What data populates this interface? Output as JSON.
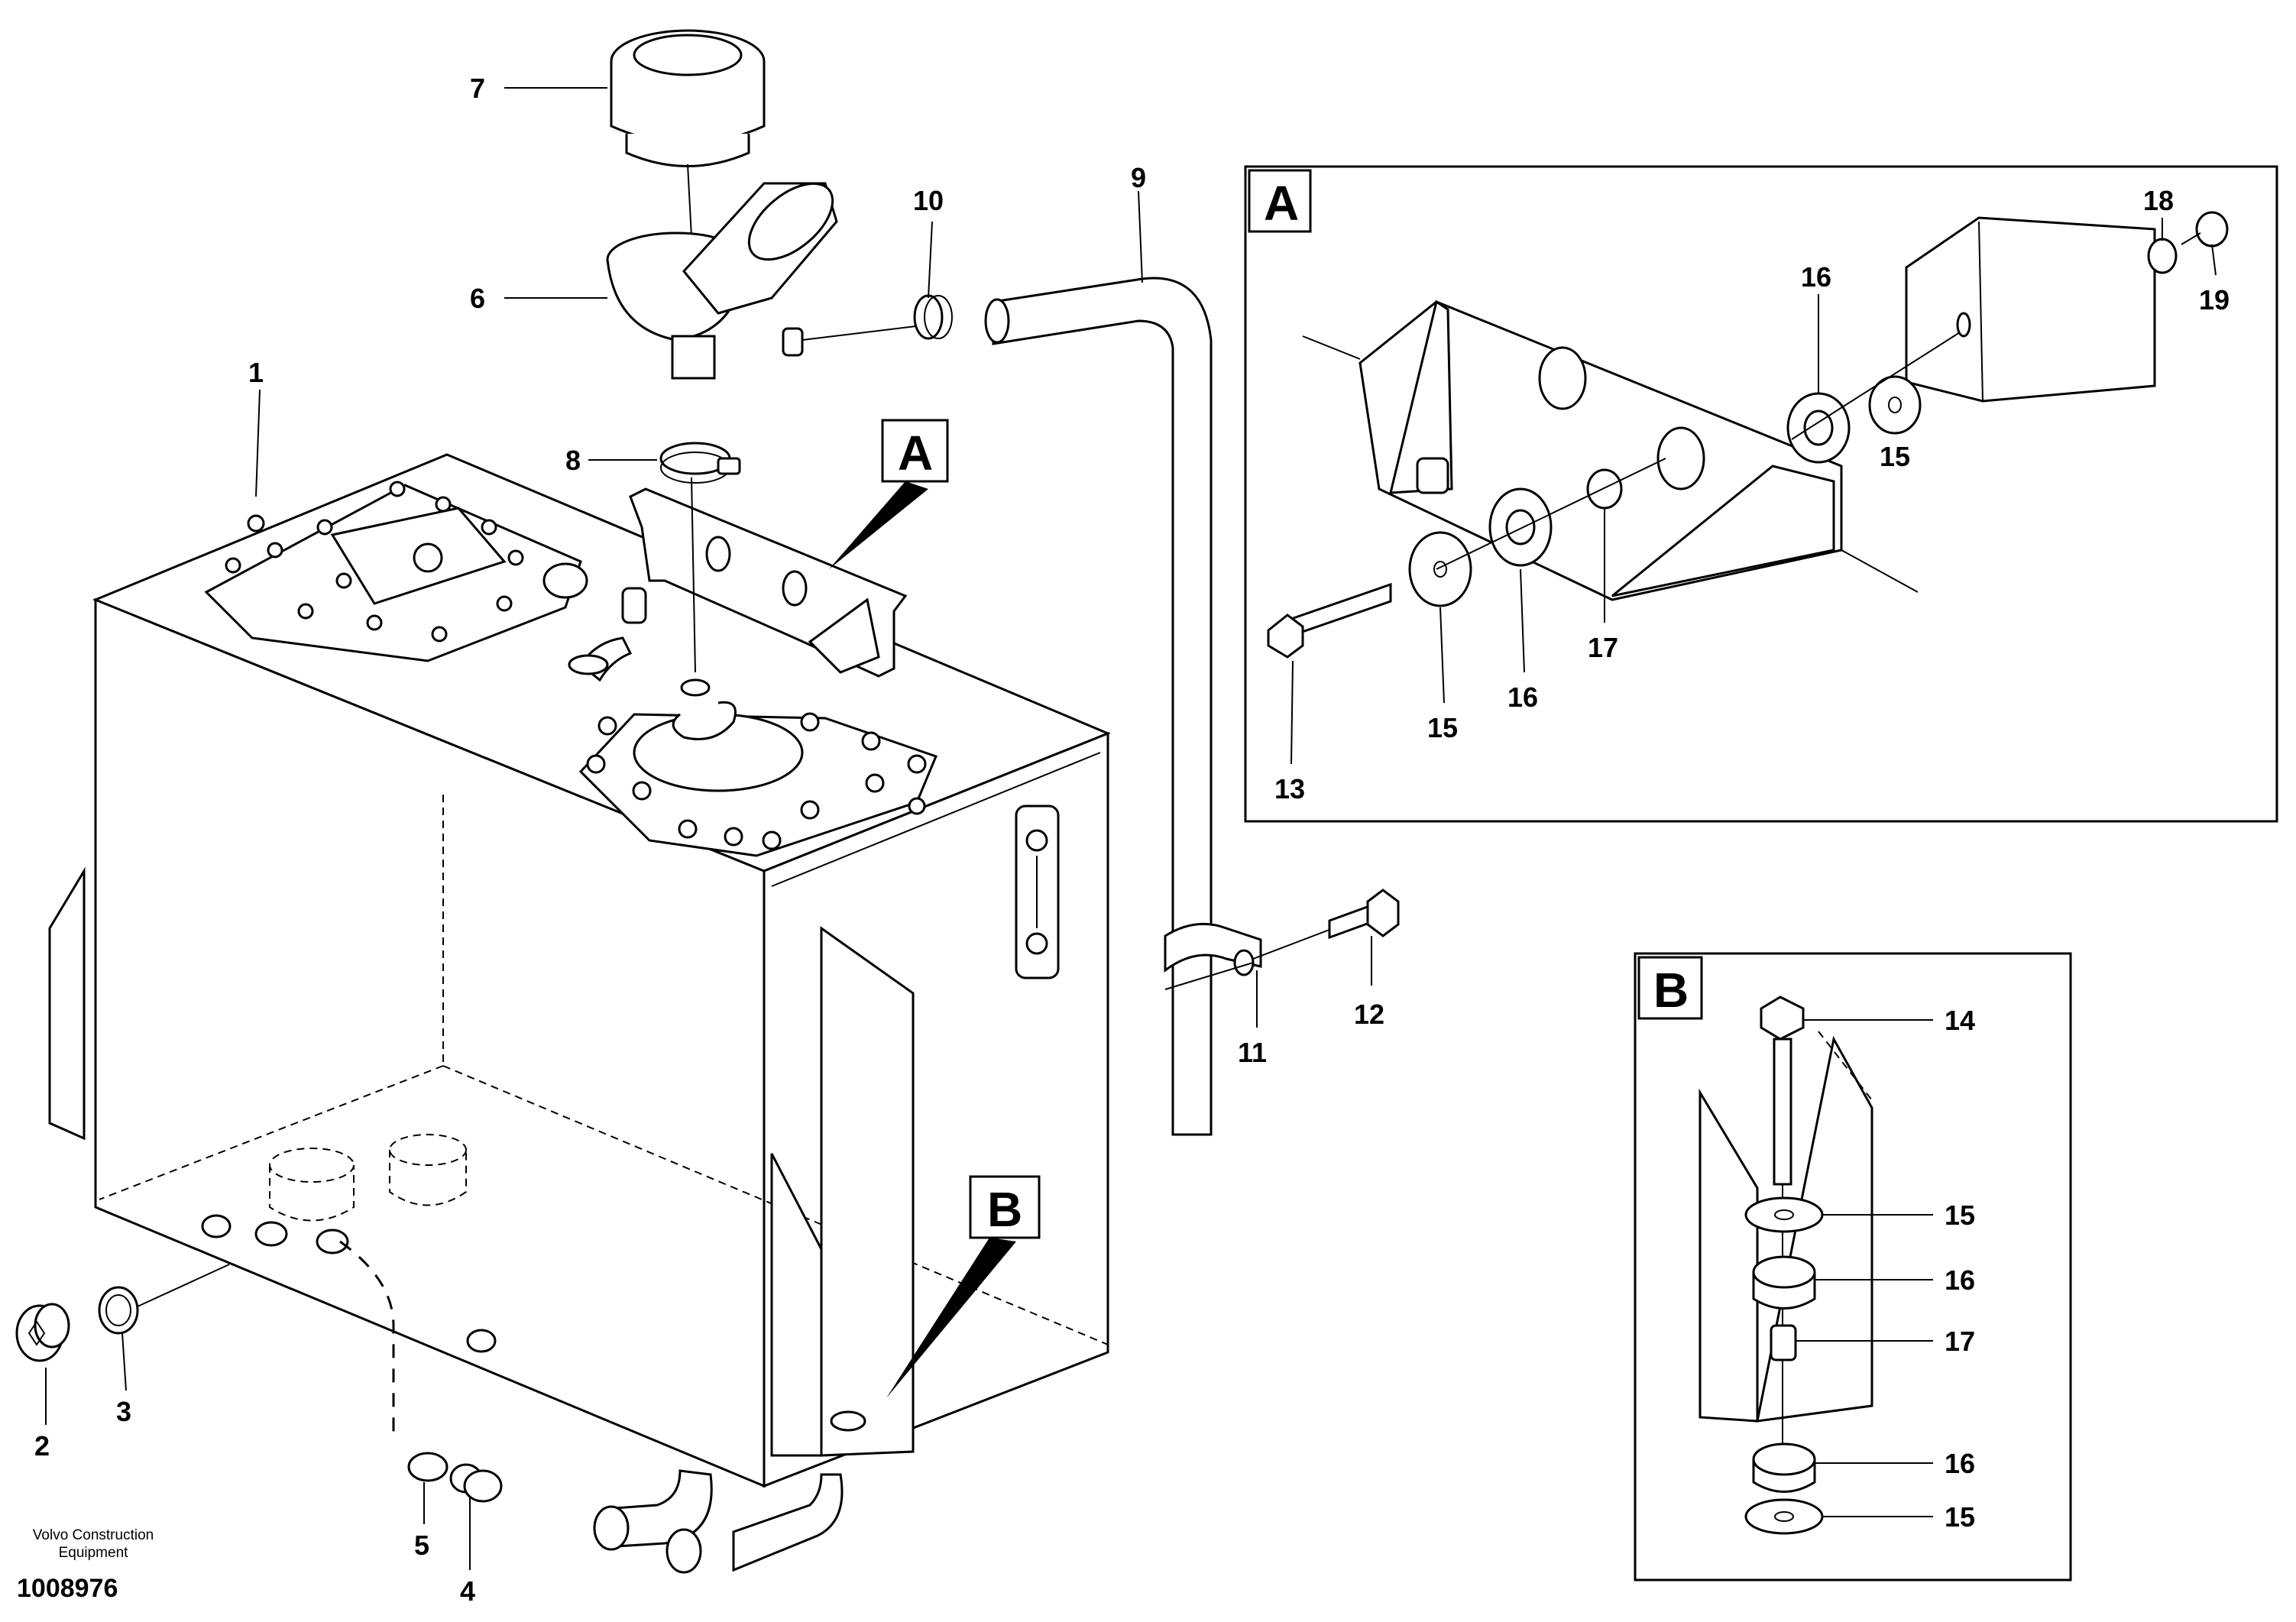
{
  "labels": {
    "n1": "1",
    "n2": "2",
    "n3": "3",
    "n4": "4",
    "n5": "5",
    "n6": "6",
    "n7": "7",
    "n8": "8",
    "n9": "9",
    "n10": "10",
    "n11": "11",
    "n12": "12",
    "a13": "13",
    "a15a": "15",
    "a15b": "15",
    "a16a": "16",
    "a16b": "16",
    "a17": "17",
    "a18": "18",
    "a19": "19",
    "b14": "14",
    "b15a": "15",
    "b15b": "15",
    "b16a": "16",
    "b16b": "16",
    "b17": "17"
  },
  "callouts": {
    "A": "A",
    "B": "B"
  },
  "detail_boxes": {
    "A": "A",
    "B": "B"
  },
  "footer": {
    "brand_line1": "Volvo Construction",
    "brand_line2": "Equipment",
    "doc_number": "1008976"
  }
}
